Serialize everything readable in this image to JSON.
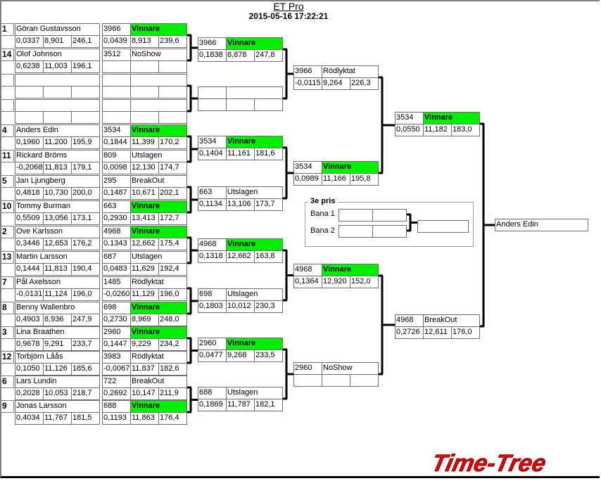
{
  "header": {
    "title": "ET Pro",
    "datetime": "2015-05-16 17:22:21"
  },
  "round1": [
    {
      "seed": "1",
      "name": "Göran Gustavsson",
      "stats": [
        "0,0337",
        "8,901",
        "246,1"
      ],
      "result": {
        "id": "3966",
        "status": "Vinnare",
        "stats": [
          "0,0439",
          "8,913",
          "239,6"
        ]
      }
    },
    {
      "seed": "14",
      "name": "Olof Johnson",
      "stats": [
        "0,6238",
        "11,003",
        "196,1"
      ],
      "result": {
        "id": "3512",
        "status": "NoShow",
        "stats": [
          "",
          "",
          ""
        ]
      }
    },
    {
      "seed": "",
      "name": "",
      "stats": [
        "",
        "",
        ""
      ],
      "result": {
        "id": "",
        "status": "",
        "stats": [
          "",
          "",
          ""
        ]
      }
    },
    {
      "seed": "",
      "name": "",
      "stats": [
        "",
        "",
        ""
      ],
      "result": {
        "id": "",
        "status": "",
        "stats": [
          "",
          "",
          ""
        ]
      }
    },
    {
      "seed": "4",
      "name": "Anders Edin",
      "stats": [
        "0,1960",
        "11,200",
        "195,9"
      ],
      "result": {
        "id": "3534",
        "status": "Vinnare",
        "stats": [
          "0,1844",
          "11,399",
          "170,2"
        ]
      }
    },
    {
      "seed": "11",
      "name": "Rickard Bröms",
      "stats": [
        "-0,2068",
        "11,813",
        "179,1"
      ],
      "result": {
        "id": "809",
        "status": "Utslagen",
        "stats": [
          "0,0098",
          "12,130",
          "174,7"
        ]
      }
    },
    {
      "seed": "5",
      "name": "Jan Ljungberg",
      "stats": [
        "0,4818",
        "10,730",
        "200,0"
      ],
      "result": {
        "id": "295",
        "status": "BreakOut",
        "stats": [
          "0,1487",
          "10,671",
          "202,1"
        ]
      }
    },
    {
      "seed": "10",
      "name": "Tommy Burman",
      "stats": [
        "0,5509",
        "13,056",
        "173,1"
      ],
      "result": {
        "id": "663",
        "status": "Vinnare",
        "stats": [
          "0,2930",
          "13,413",
          "172,7"
        ]
      }
    },
    {
      "seed": "2",
      "name": "Ove Karlsson",
      "stats": [
        "0,3446",
        "12,653",
        "176,2"
      ],
      "result": {
        "id": "4968",
        "status": "Vinnare",
        "stats": [
          "0,1343",
          "12,662",
          "175,4"
        ]
      }
    },
    {
      "seed": "13",
      "name": "Martin Larsson",
      "stats": [
        "0,1444",
        "11,813",
        "190,4"
      ],
      "result": {
        "id": "687",
        "status": "Utslagen",
        "stats": [
          "0,0483",
          "11,629",
          "192,4"
        ]
      }
    },
    {
      "seed": "7",
      "name": "Pål Axelsson",
      "stats": [
        "-0,0131",
        "11,124",
        "196,0"
      ],
      "result": {
        "id": "1485",
        "status": "Rödlyktat",
        "stats": [
          "-0,0260",
          "11,129",
          "196,0"
        ]
      }
    },
    {
      "seed": "8",
      "name": "Benny Wallenbro",
      "stats": [
        "0,4903",
        "8,936",
        "247,9"
      ],
      "result": {
        "id": "698",
        "status": "Vinnare",
        "stats": [
          "0,2730",
          "8,969",
          "248,0"
        ]
      }
    },
    {
      "seed": "3",
      "name": "Lina Braathen",
      "stats": [
        "0,9678",
        "9,291",
        "233,7"
      ],
      "result": {
        "id": "2960",
        "status": "Vinnare",
        "stats": [
          "0,1447",
          "9,229",
          "234,2"
        ]
      }
    },
    {
      "seed": "12",
      "name": "Torbjörn Låås",
      "stats": [
        "0,1050",
        "11,126",
        "185,6"
      ],
      "result": {
        "id": "3983",
        "status": "Rödlyktat",
        "stats": [
          "-0,0067",
          "11,837",
          "182,6"
        ]
      }
    },
    {
      "seed": "6",
      "name": "Lars Lundin",
      "stats": [
        "0,2028",
        "10,053",
        "218,7"
      ],
      "result": {
        "id": "722",
        "status": "BreakOut",
        "stats": [
          "0,2692",
          "10,147",
          "211,9"
        ]
      }
    },
    {
      "seed": "9",
      "name": "Jonas Larsson",
      "stats": [
        "0,4034",
        "11,767",
        "181,5"
      ],
      "result": {
        "id": "688",
        "status": "Vinnare",
        "stats": [
          "0,1193",
          "11,863",
          "176,4"
        ]
      }
    }
  ],
  "round2": [
    {
      "id": "3966",
      "status": "Vinnare",
      "stats": [
        "0,1838",
        "8,878",
        "247,8"
      ]
    },
    {
      "id": "",
      "status": "",
      "stats": [
        "",
        "",
        ""
      ]
    },
    {
      "id": "3534",
      "status": "Vinnare",
      "stats": [
        "0,1404",
        "11,161",
        "181,6"
      ]
    },
    {
      "id": "663",
      "status": "Utslagen",
      "stats": [
        "0,1134",
        "13,106",
        "173,7"
      ]
    },
    {
      "id": "4968",
      "status": "Vinnare",
      "stats": [
        "0,1318",
        "12,662",
        "163,8"
      ]
    },
    {
      "id": "698",
      "status": "Utslagen",
      "stats": [
        "0,1803",
        "10,012",
        "230,3"
      ]
    },
    {
      "id": "2960",
      "status": "Vinnare",
      "stats": [
        "0,0477",
        "9,268",
        "233,5"
      ]
    },
    {
      "id": "688",
      "status": "Utslagen",
      "stats": [
        "0,1869",
        "11,787",
        "182,1"
      ]
    }
  ],
  "round3": [
    {
      "id": "3966",
      "status": "Rödlyktat",
      "stats": [
        "-0,0115",
        "9,264",
        "226,3"
      ]
    },
    {
      "id": "3534",
      "status": "Vinnare",
      "stats": [
        "0,0989",
        "11,166",
        "195,8"
      ]
    },
    {
      "id": "4968",
      "status": "Vinnare",
      "stats": [
        "0,1364",
        "12,920",
        "152,0"
      ]
    },
    {
      "id": "2960",
      "status": "NoShow",
      "stats": [
        "",
        "",
        ""
      ]
    }
  ],
  "round4": [
    {
      "id": "3534",
      "status": "Vinnare",
      "stats": [
        "0,0550",
        "11,182",
        "183,0"
      ]
    },
    {
      "id": "4968",
      "status": "BreakOut",
      "stats": [
        "0,2726",
        "12,611",
        "176,0"
      ]
    }
  ],
  "final": {
    "winner": "Anders Edin"
  },
  "third_place": {
    "label": "3e pris",
    "lane1_label": "Bana 1",
    "lane2_label": "Bana 2"
  },
  "logo": {
    "text": "Time-Tree"
  },
  "colors": {
    "winner": "#00ee00",
    "logo": "#e00000"
  }
}
